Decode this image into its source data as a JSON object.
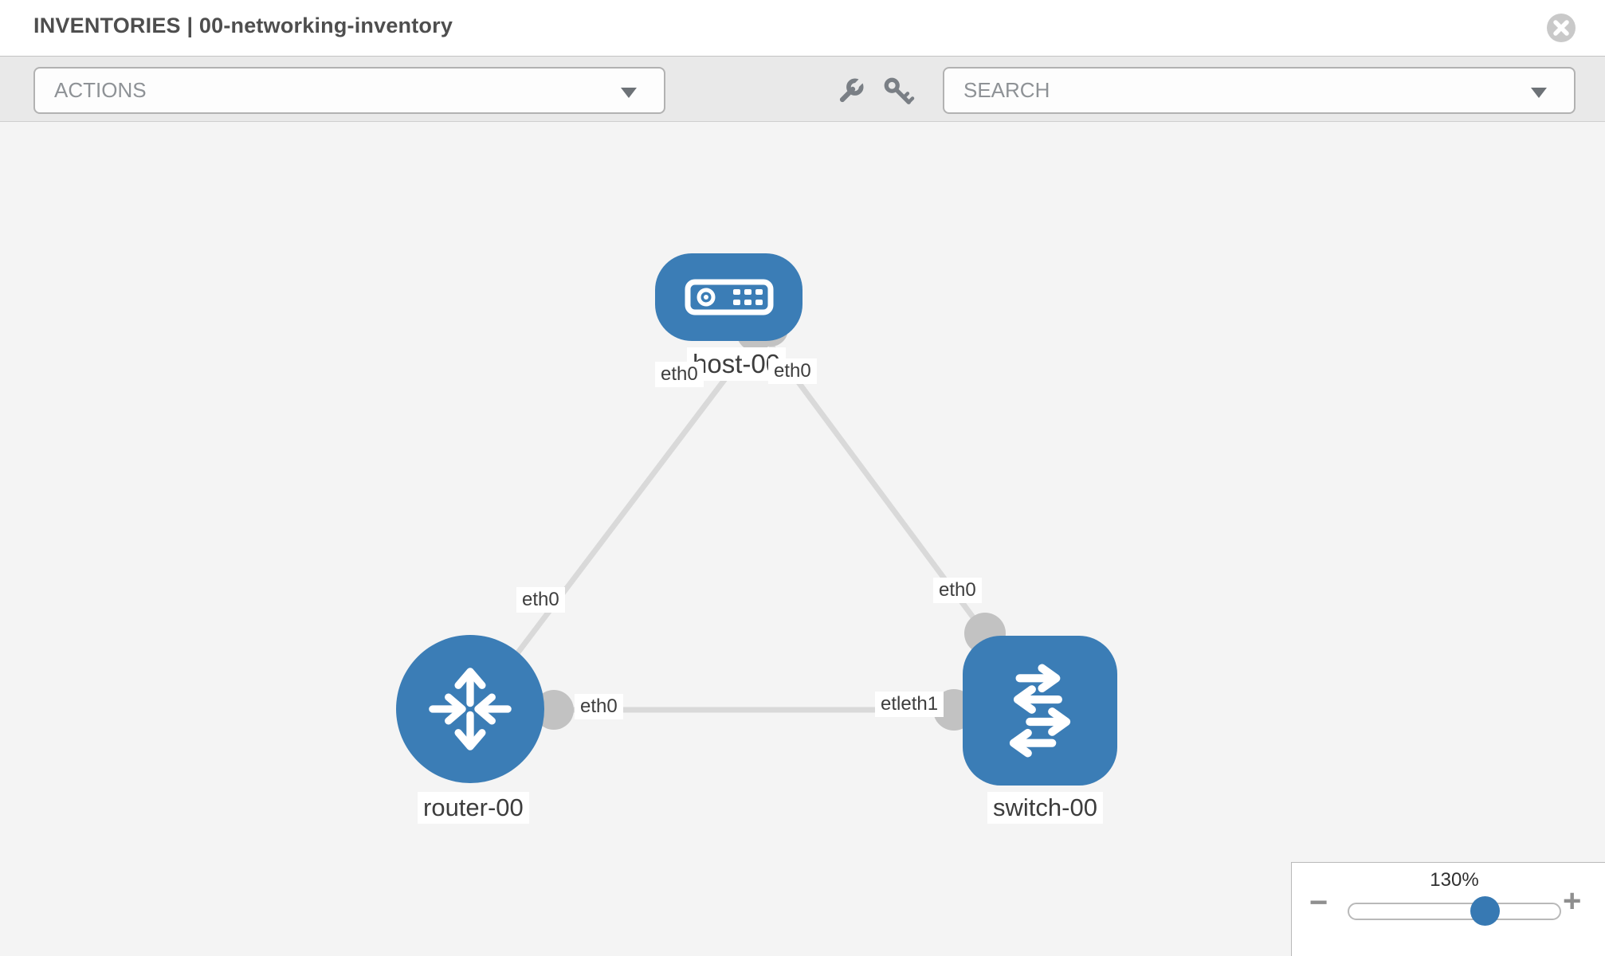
{
  "header": {
    "title": "INVENTORIES | 00-networking-inventory"
  },
  "toolbar": {
    "actions_label": "ACTIONS",
    "search_label": "SEARCH"
  },
  "colors": {
    "node_blue": "#3b7db6",
    "link_gray": "#d9d9d9",
    "port_gray": "#c2c2c2",
    "knob_blue": "#3779b3",
    "toolbar_bg": "#e9e9e9",
    "canvas_bg": "#f4f4f4"
  },
  "topology": {
    "nodes": [
      {
        "id": "host-00",
        "type": "host",
        "label": "host-00"
      },
      {
        "id": "router-00",
        "type": "router",
        "label": "router-00"
      },
      {
        "id": "switch-00",
        "type": "switch",
        "label": "switch-00"
      }
    ],
    "links": [
      {
        "from": "host-00",
        "to": "router-00"
      },
      {
        "from": "host-00",
        "to": "switch-00"
      },
      {
        "from": "router-00",
        "to": "switch-00"
      }
    ],
    "iface_labels": {
      "host_left": "eth0",
      "host_right": "eth0",
      "link_host_router": "eth0",
      "link_host_switch": "eth0",
      "router_port": "eth0",
      "switch_port_overlap": "etleth1"
    }
  },
  "zoom_control": {
    "value": "130%",
    "minus": "−",
    "plus": "+"
  }
}
